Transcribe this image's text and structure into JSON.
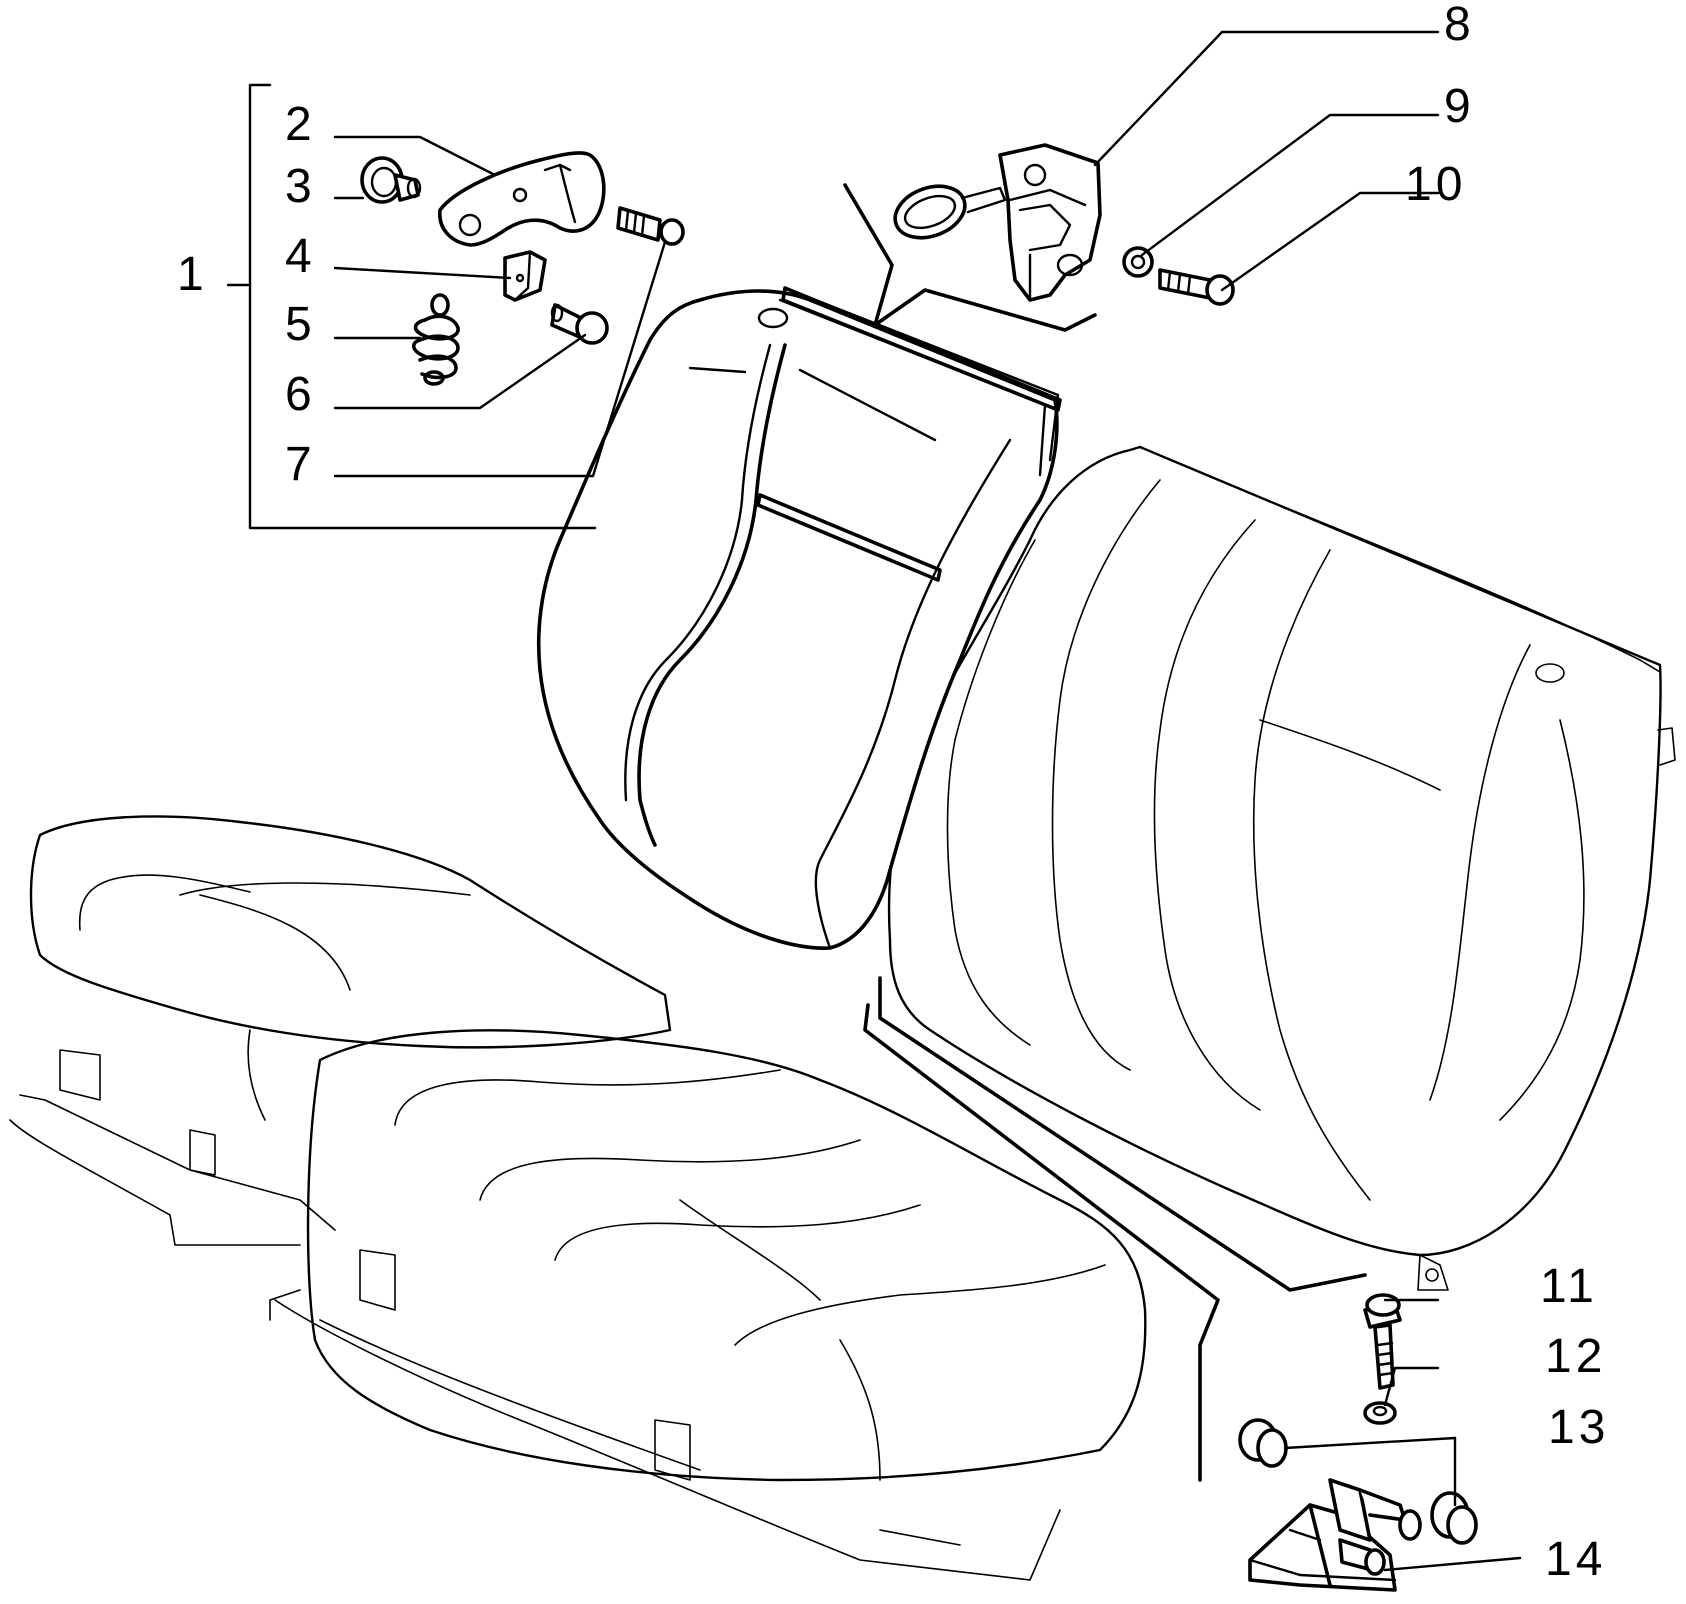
{
  "diagram": {
    "callouts": [
      {
        "id": "c1",
        "text": "1"
      },
      {
        "id": "c2",
        "text": "2"
      },
      {
        "id": "c3",
        "text": "3"
      },
      {
        "id": "c4",
        "text": "4"
      },
      {
        "id": "c5",
        "text": "5"
      },
      {
        "id": "c6",
        "text": "6"
      },
      {
        "id": "c7",
        "text": "7"
      },
      {
        "id": "c8",
        "text": "8"
      },
      {
        "id": "c9",
        "text": "9"
      },
      {
        "id": "c10",
        "text": "10"
      },
      {
        "id": "c11",
        "text": "11"
      },
      {
        "id": "c12",
        "text": "12"
      },
      {
        "id": "c13",
        "text": "13"
      },
      {
        "id": "c14",
        "text": "14"
      }
    ],
    "colors": {
      "ink": "#000000",
      "background": "#ffffff"
    }
  }
}
